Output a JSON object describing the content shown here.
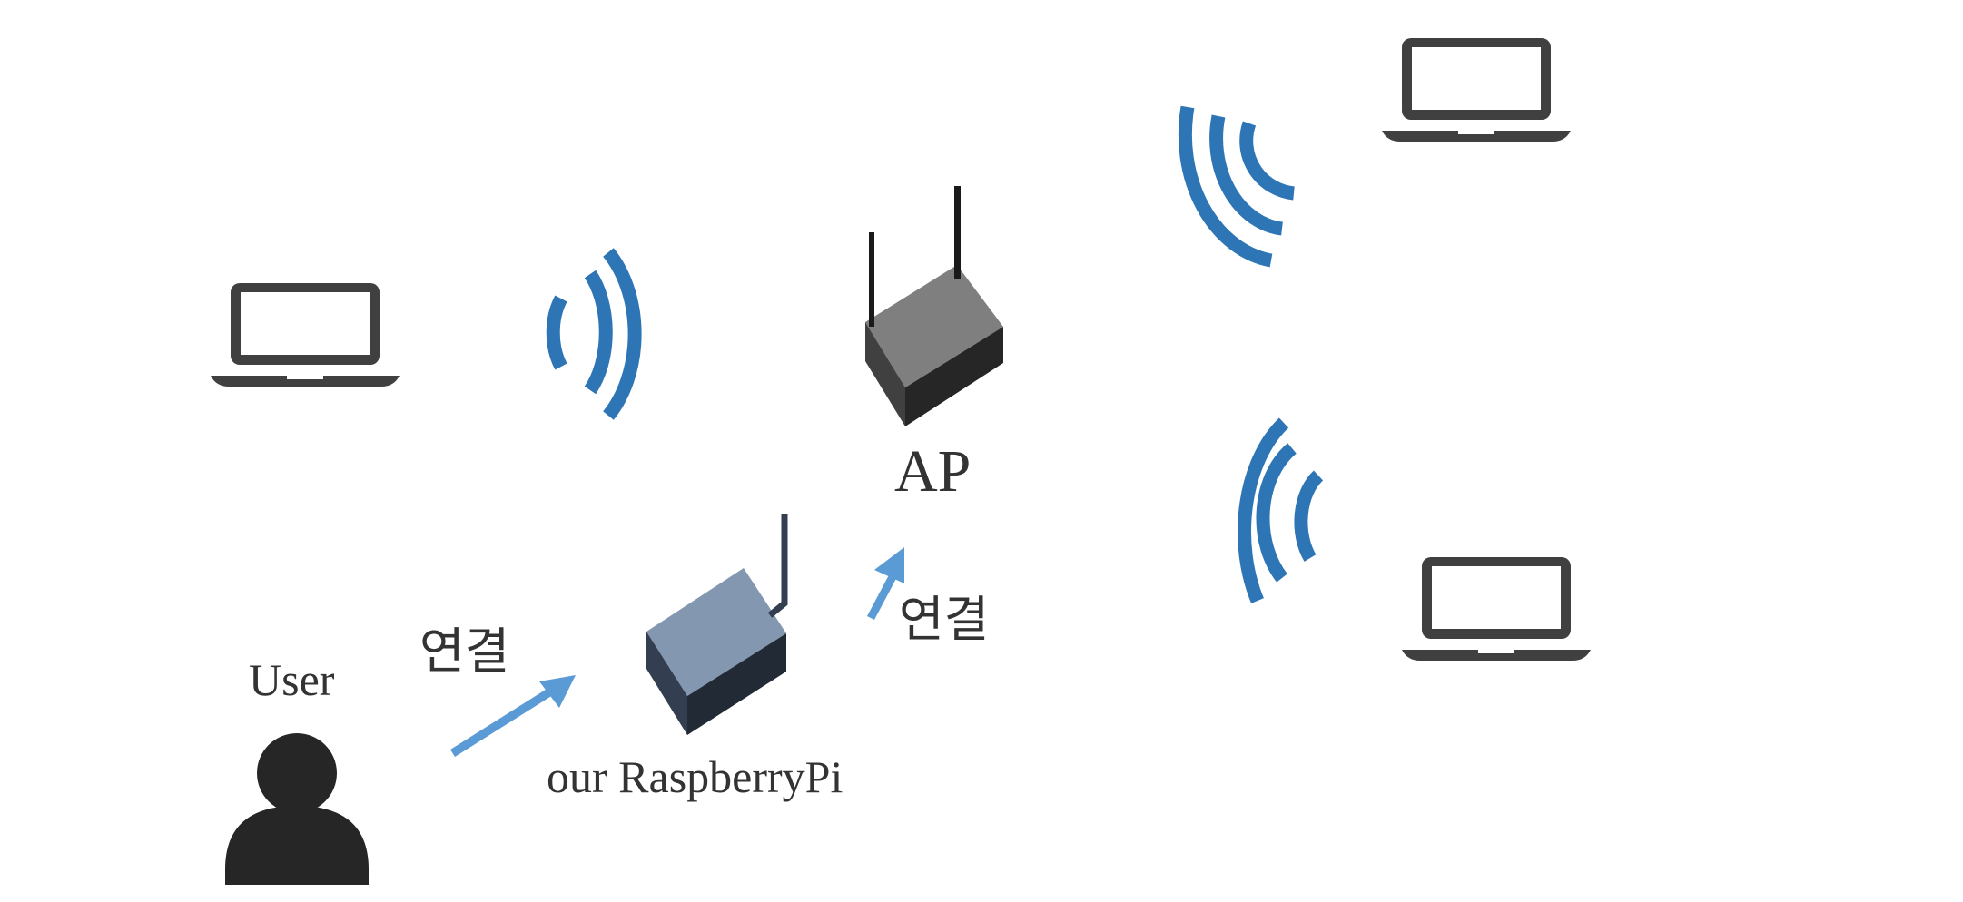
{
  "labels": {
    "user": "User",
    "ap": "AP",
    "raspberry_pi": "our RaspberryPi",
    "connect_user_to_pi": "연결",
    "connect_pi_to_ap": "연결"
  },
  "icons": {
    "laptop": "laptop-icon",
    "wifi": "wifi-signal-icon",
    "router": "router-icon",
    "user": "user-icon",
    "arrow": "arrow-icon"
  },
  "colors": {
    "laptop": "#404040",
    "wifi": "#2e75b6",
    "arrow": "#5b9bd5",
    "ap_top": "#7f7f7f",
    "ap_side": "#262626",
    "pi_top": "#8497b0",
    "pi_side": "#222a35",
    "user": "#262626",
    "text": "#333333"
  }
}
